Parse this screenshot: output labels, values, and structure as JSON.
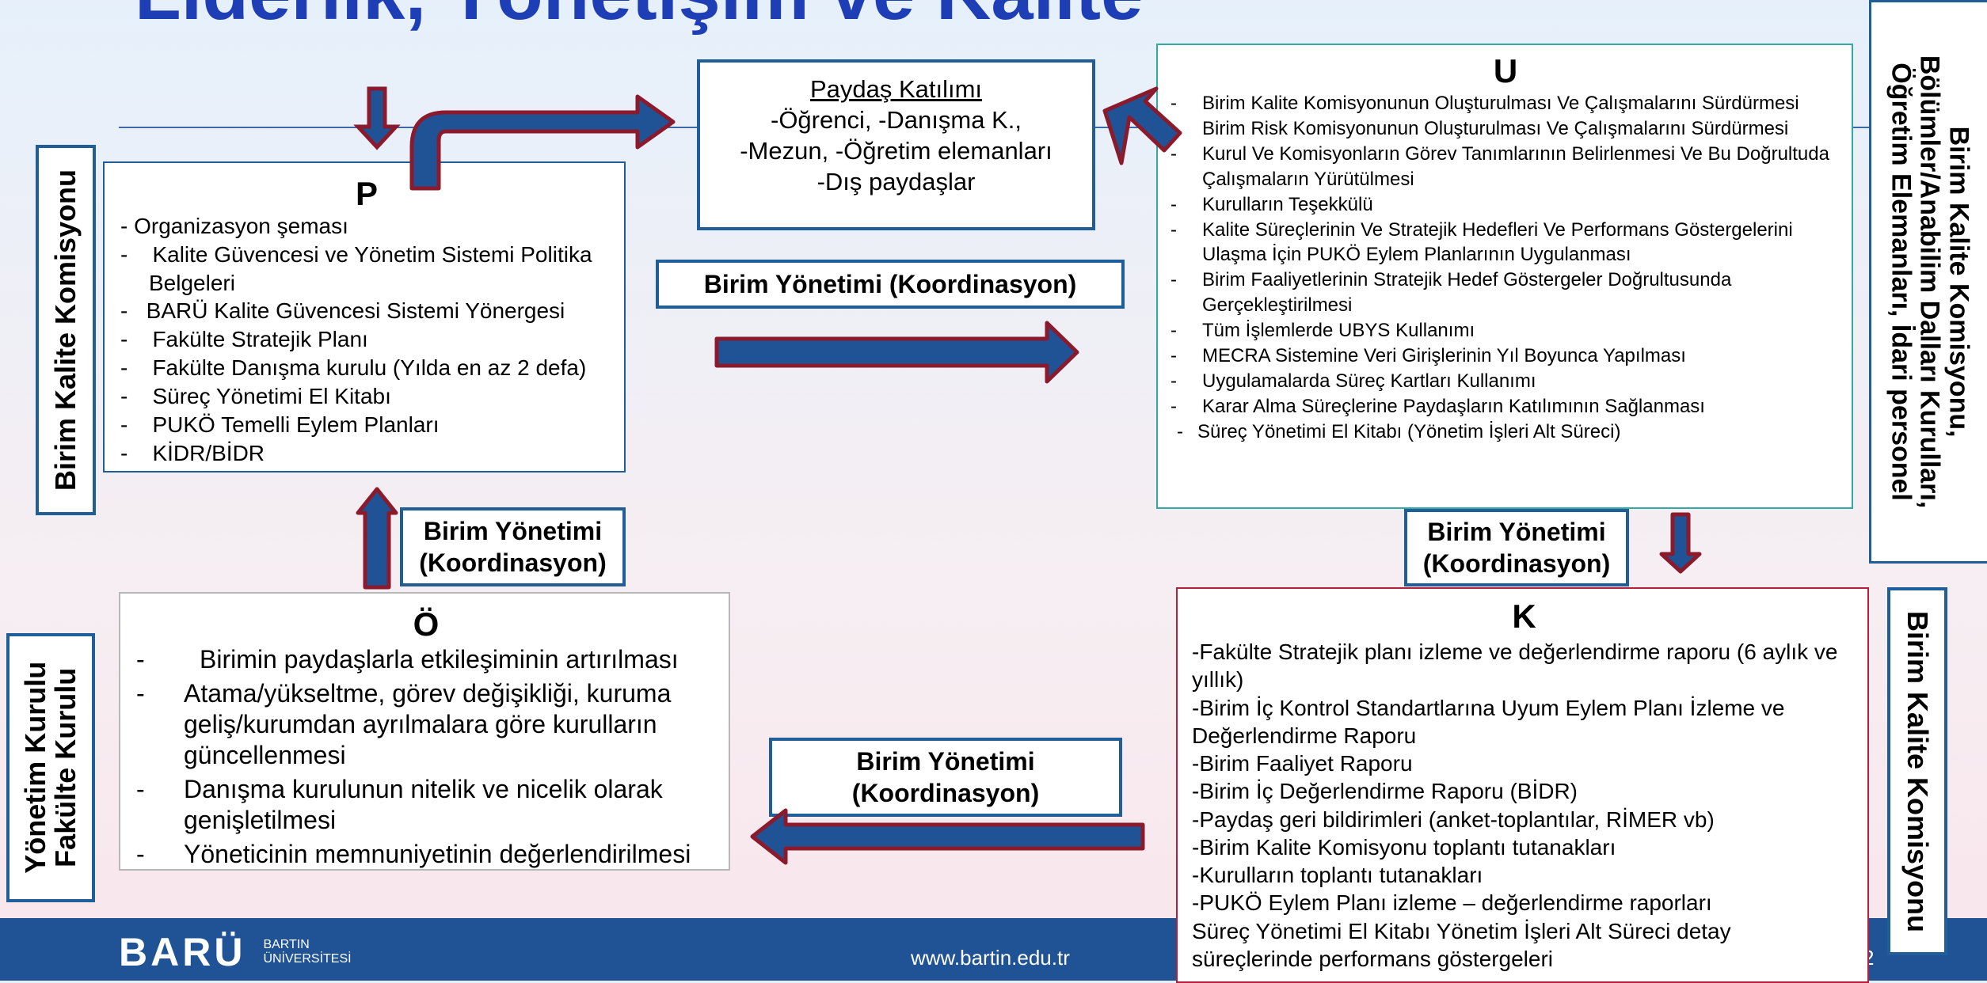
{
  "title": "Liderlik, Yönetişim ve Kalite",
  "stakeholder": {
    "heading": "Paydaş Katılımı",
    "lines": [
      "-Öğrenci, -Danışma K.,",
      "-Mezun, -Öğretim elemanları",
      "-Dış paydaşlar"
    ]
  },
  "coordination_label": "Birim Yönetimi (Koordinasyon)",
  "coordination_label_lines": [
    "Birim Yönetimi",
    "(Koordinasyon)"
  ],
  "P": {
    "heading": "P",
    "items": [
      "Organizasyon şeması",
      "Kalite Güvencesi ve Yönetim Sistemi Politika Belgeleri",
      "BARÜ Kalite Güvencesi Sistemi Yönergesi",
      "Fakülte Stratejik Planı",
      "Fakülte Danışma kurulu (Yılda en az 2 defa)",
      "Süreç Yönetimi El Kitabı",
      "PUKÖ Temelli Eylem Planları",
      "KİDR/BİDR"
    ]
  },
  "U": {
    "heading": "U",
    "items": [
      "Birim Kalite Komisyonunun Oluşturulması Ve Çalışmalarını Sürdürmesi",
      "Birim Risk Komisyonunun Oluşturulması Ve Çalışmalarını Sürdürmesi",
      "Kurul Ve Komisyonların Görev Tanımlarının Belirlenmesi Ve Bu Doğrultuda Çalışmaların Yürütülmesi",
      "Kurulların Teşekkülü",
      "Kalite Süreçlerinin Ve Stratejik Hedefleri Ve Performans Göstergelerini Ulaşma İçin PUKÖ Eylem Planlarının Uygulanması",
      "Birim Faaliyetlerinin Stratejik Hedef Göstergeler Doğrultusunda Gerçekleştirilmesi",
      "Tüm İşlemlerde UBYS Kullanımı",
      "MECRA Sistemine Veri Girişlerinin Yıl Boyunca Yapılması",
      "Uygulamalarda Süreç Kartları Kullanımı",
      "Karar Alma Süreçlerine Paydaşların Katılımının Sağlanması",
      "Süreç Yönetimi El Kitabı (Yönetim İşleri Alt Süreci)"
    ]
  },
  "O": {
    "heading": "Ö",
    "items": [
      "Birimin paydaşlarla etkileşiminin artırılması",
      "Atama/yükseltme, görev değişikliği, kuruma geliş/kurumdan ayrılmalara göre kurulların güncellenmesi",
      "Danışma kurulunun nitelik ve nicelik olarak genişletilmesi",
      "Yöneticinin memnuniyetinin değerlendirilmesi"
    ]
  },
  "K": {
    "heading": "K",
    "items": [
      "-Fakülte Stratejik planı izleme ve değerlendirme raporu (6 aylık ve yıllık)",
      "-Birim İç Kontrol Standartlarına Uyum Eylem Planı İzleme ve Değerlendirme Raporu",
      "-Birim Faaliyet Raporu",
      "-Birim İç Değerlendirme Raporu (BİDR)",
      "-Paydaş geri bildirimleri (anket-toplantılar, RİMER vb)",
      "-Birim Kalite Komisyonu toplantı tutanakları",
      "-Kurulların toplantı tutanakları",
      "-PUKÖ Eylem Planı izleme – değerlendirme raporları",
      "Süreç Yönetimi El Kitabı Yönetim İşleri Alt Süreci detay süreçlerinde performans göstergeleri"
    ]
  },
  "side_labels": {
    "left_top": "Birim Kalite Komisyonu",
    "left_bottom_1": "Yönetim Kurulu",
    "left_bottom_2": "Fakülte Kurulu",
    "right_top_1": "Birim Kalite Komisyonu,",
    "right_top_2": "Bölümler/Anabilim Dalları Kurulları,",
    "right_top_3": "Öğretim Elemanları, İdari personel",
    "right_bottom": "Birim Kalite Komisyonu"
  },
  "footer": {
    "logo": "BARÜ",
    "logo_sub_1": "BARTIN",
    "logo_sub_2": "ÜNİVERSİTESİ",
    "url": "www.bartin.edu.tr",
    "page_number": "2"
  },
  "colors": {
    "title": "#1e3eb5",
    "arrow_fill": "#1f5396",
    "arrow_stroke": "#8b1a2c",
    "box_border_blue": "#1f5e98",
    "footer_bg": "#1f5396"
  }
}
